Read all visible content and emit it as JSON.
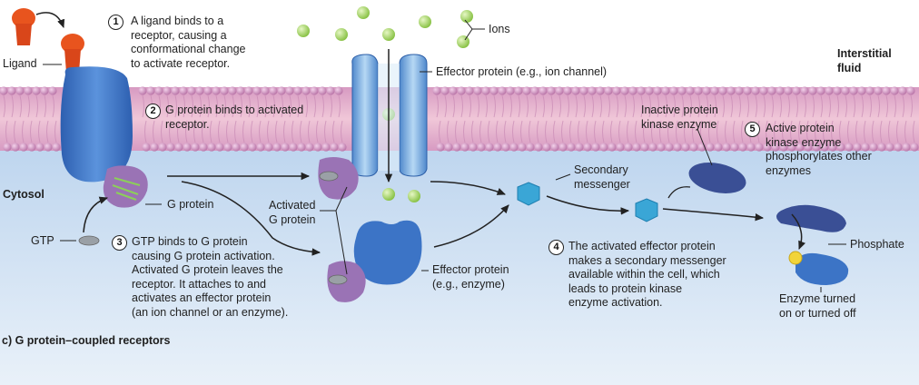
{
  "step1": {
    "number": "1",
    "text": "A ligand binds to a receptor, causing a conformational change to activate receptor.",
    "lines": [
      "A ligand binds to a",
      "receptor, causing a",
      "conformational change",
      "to activate receptor."
    ]
  },
  "step2": {
    "number": "2",
    "lines": [
      "G protein binds to activated",
      "receptor."
    ]
  },
  "step3": {
    "number": "3",
    "lines": [
      "GTP binds to G protein",
      "causing G protein activation.",
      "Activated G protein leaves the",
      "receptor. It attaches to and",
      "activates an effector protein",
      "(an ion channel or an enzyme)."
    ]
  },
  "step4": {
    "number": "4",
    "lines": [
      "The activated effector protein",
      "makes a secondary messenger",
      "available within the cell, which",
      "leads to protein kinase",
      "enzyme activation."
    ]
  },
  "step5": {
    "number": "5",
    "lines": [
      "Active protein",
      "kinase enzyme",
      "phosphorylates other",
      "enzymes"
    ]
  },
  "labels": {
    "ligand": "Ligand",
    "ions": "Ions",
    "effector_channel": "Effector protein (e.g., ion channel)",
    "interstitial": [
      "Interstitial",
      "fluid"
    ],
    "cytosol": "Cytosol",
    "g_protein": "G protein",
    "gtp": "GTP",
    "activated_g": [
      "Activated",
      "G protein"
    ],
    "effector_enzyme": [
      "Effector protein",
      "(e.g., enzyme)"
    ],
    "secondary_messenger": [
      "Secondary",
      "messenger"
    ],
    "inactive_kinase": [
      "Inactive protein",
      "kinase enzyme"
    ],
    "phosphate": "Phosphate",
    "enzyme_turned": [
      "Enzyme turned",
      "on or turned off"
    ],
    "caption": "c) G protein–coupled receptors"
  },
  "colors": {
    "membrane_head": "#c87fb4",
    "membrane_core": "#e8b4cc",
    "cytosol": "#cfe0f1",
    "receptor": "#3c74c6",
    "ligand": "#e8541e",
    "g_protein": "#9a73b5",
    "ion": "#9fd15e",
    "messenger": "#3aa6d6",
    "kinase": "#3a4f95",
    "phosphate": "#f2d43a",
    "channel": "#7eb4e4"
  }
}
